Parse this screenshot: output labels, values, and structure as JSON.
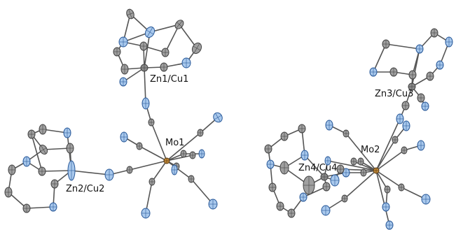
{
  "colors": {
    "bond": "#555555",
    "carbon_fill": "#a0a0a0",
    "carbon_stroke": "#444444",
    "nitrogen_fill": "#a8c8ec",
    "nitrogen_stroke": "#2a5a9a",
    "metal_fill": "#8a8a8a",
    "mo_fill": "#c28a3a",
    "mo_stroke": "#5a3a10",
    "label": "#111111"
  },
  "labels": {
    "zn1_cu1": "Zn1/Cu1",
    "zn2_cu2": "Zn2/Cu2",
    "mo1": "Mo1",
    "zn3_cu3": "Zn3/Cu3",
    "zn4_cu4": "Zn4/Cu4",
    "mo2": "Mo2"
  }
}
